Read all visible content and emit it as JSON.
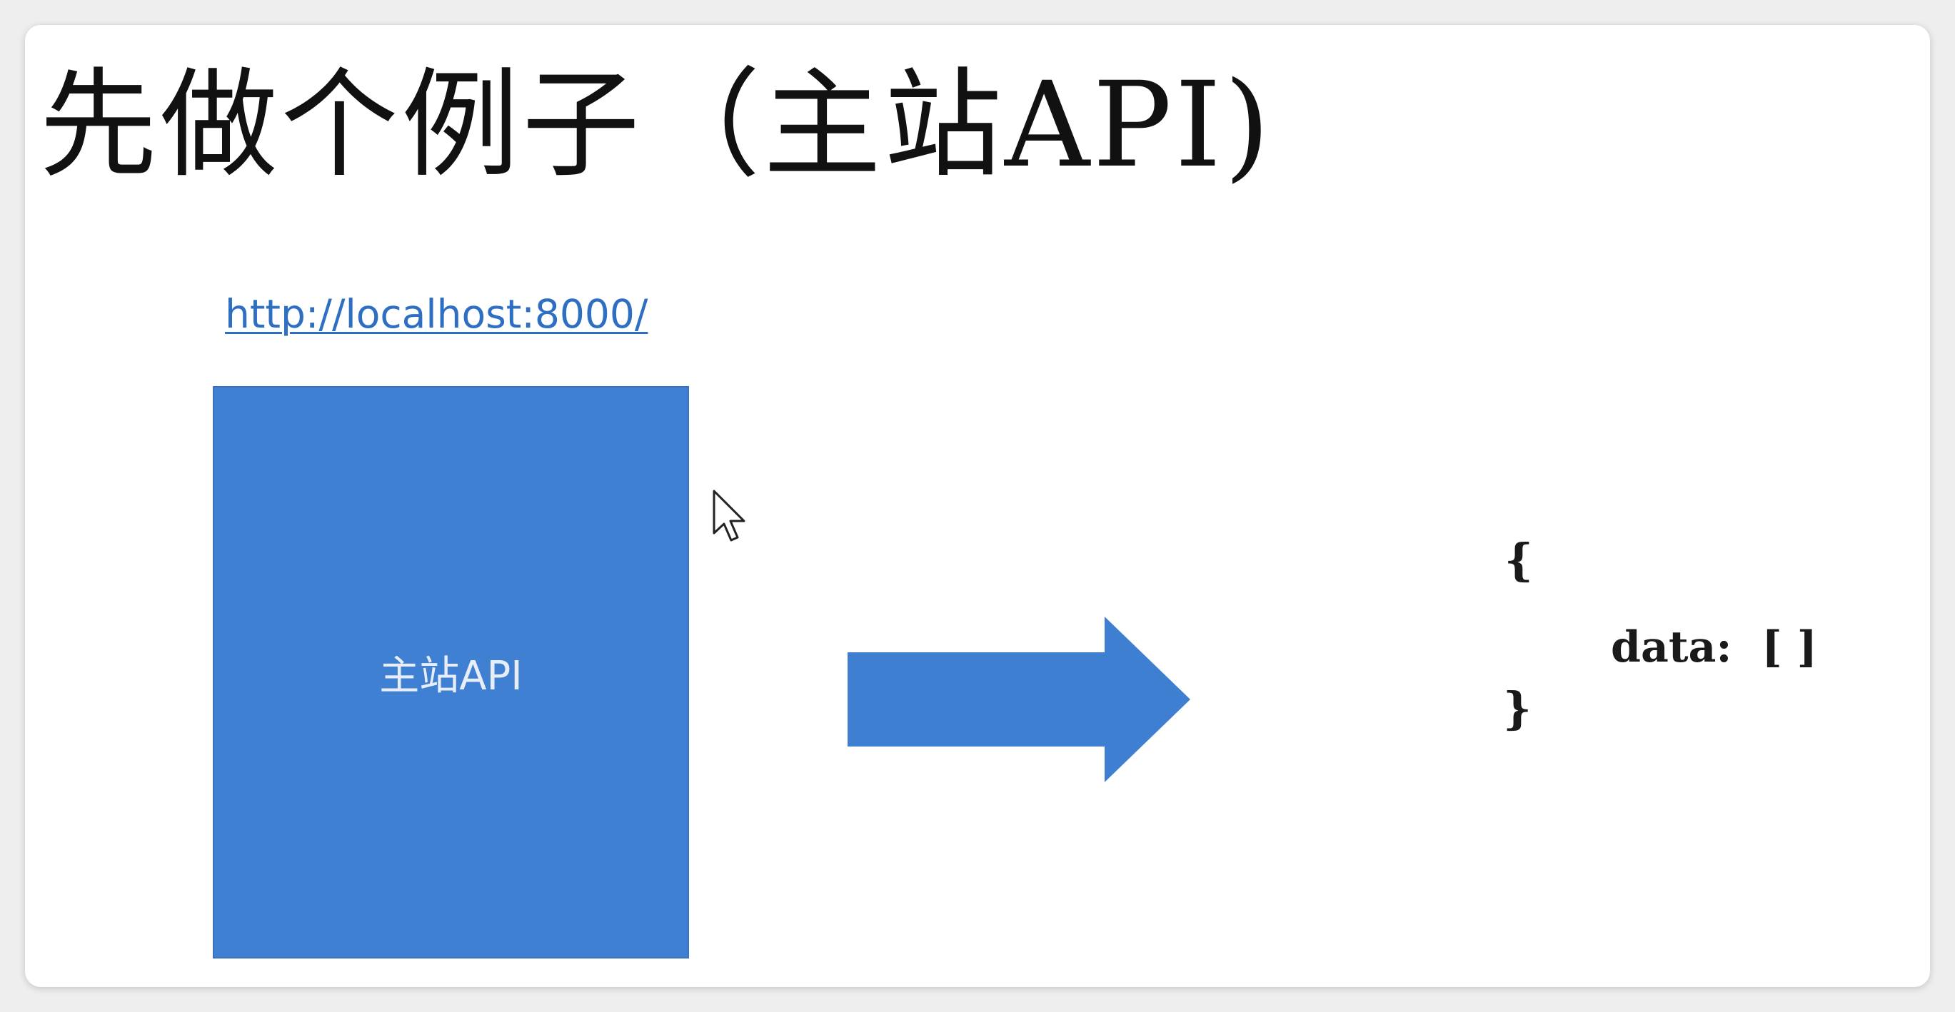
{
  "slide": {
    "title": "先做个例子（主站API)",
    "url": "http://localhost:8000/",
    "box_label": "主站API",
    "json": {
      "open_brace": "{",
      "line": "data:  [ ]",
      "close_brace": "}"
    }
  },
  "icons": {
    "arrow": "right-arrow",
    "cursor": "mouse-pointer"
  },
  "colors": {
    "box_fill": "#4080d2",
    "arrow_fill": "#3f7fd1",
    "link": "#2e6fc4",
    "title_text": "#111111"
  }
}
